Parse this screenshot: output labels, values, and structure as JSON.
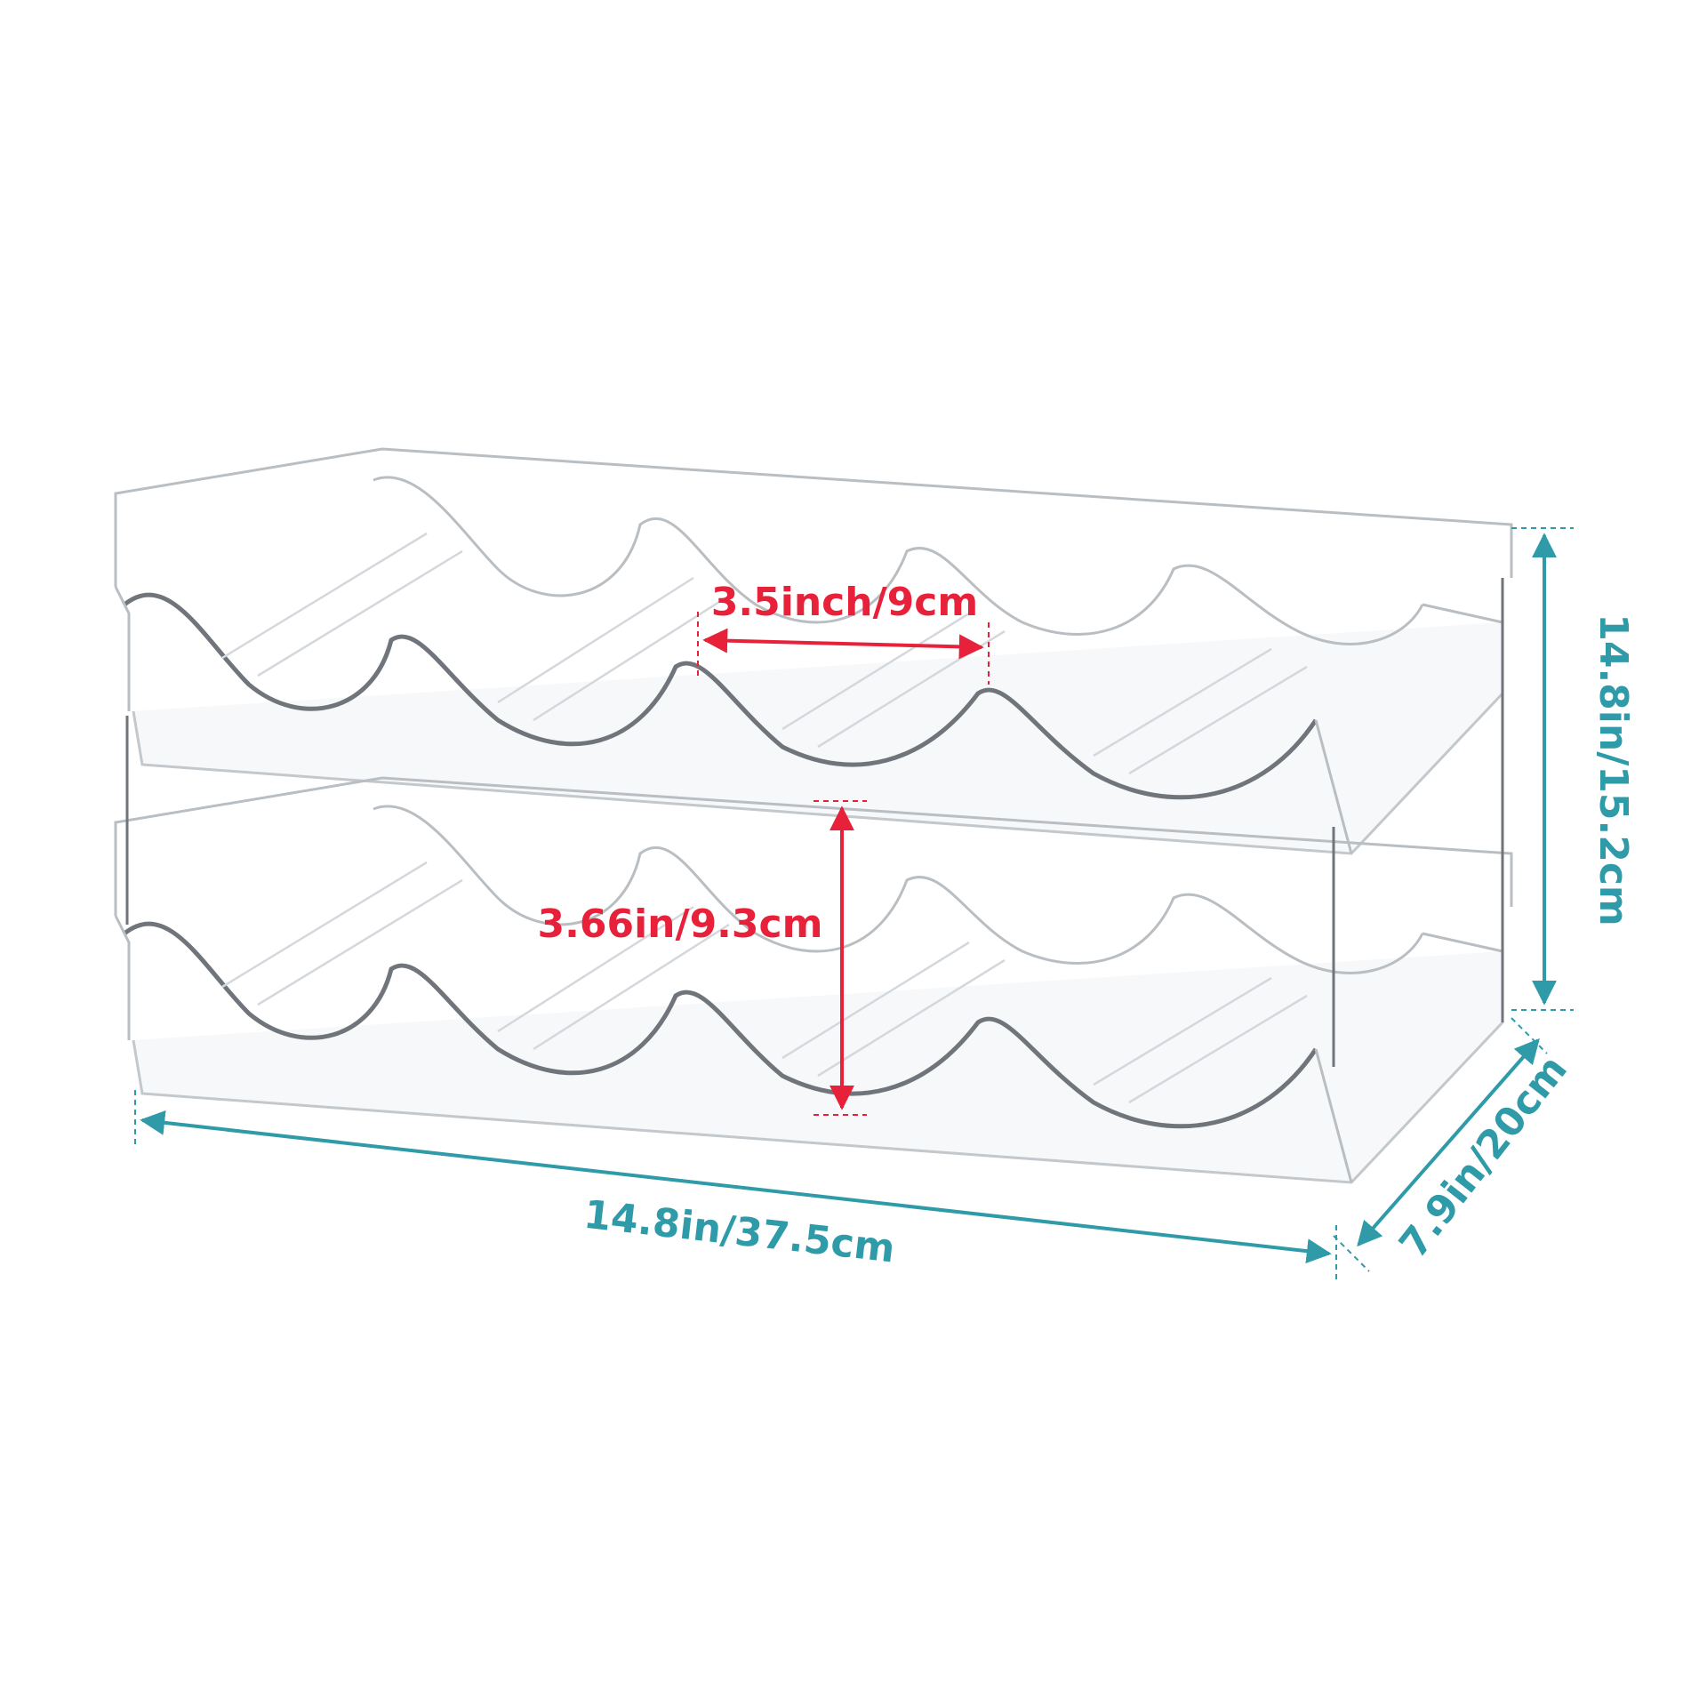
{
  "product": "stackable wine bottle rack, two tiers, four bottle slots per tier",
  "colors": {
    "background": "#ffffff",
    "rack_outline": "#b9bec3",
    "rack_dark_edge": "#6f757a",
    "rack_fill": "#f3f5f6",
    "rib_lines": "#d4d8dc",
    "teal_dimension": "#2f9aa8",
    "red_dimension": "#e8213a"
  },
  "dimensions": {
    "length": "14.8in/37.5cm",
    "depth": "7.9in/20cm",
    "height": "14.8in/15.2cm",
    "slot_width": "3.5inch/9cm",
    "tier_gap": "3.66in/9.3cm"
  }
}
